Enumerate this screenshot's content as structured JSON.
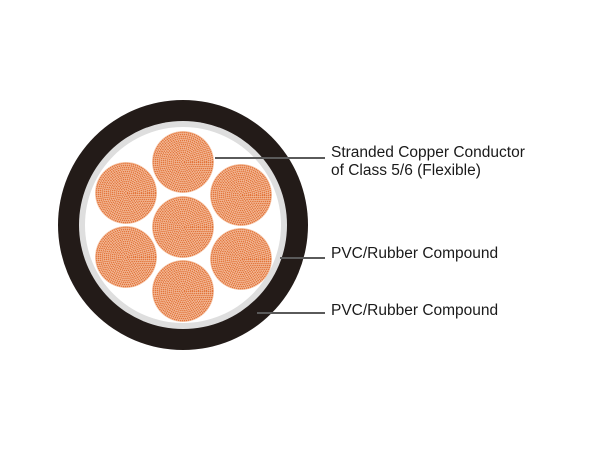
{
  "colors": {
    "sheath": "#231b18",
    "inner_ring": "#dedede",
    "filler": "#ffffff",
    "copper": "#e2743a",
    "leader": "#5a5a5a"
  },
  "labels": {
    "conductor_line1": "Stranded Copper Conductor",
    "conductor_line2": "of Class 5/6 (Flexible)",
    "insulation": "PVC/Rubber Compound",
    "sheath": "PVC/Rubber Compound"
  }
}
